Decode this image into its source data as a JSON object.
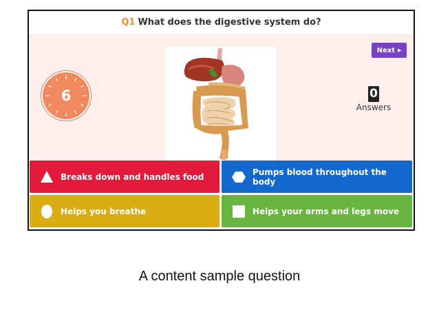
{
  "question": {
    "number": "Q1",
    "text": "What does the digestive system do?"
  },
  "timer": {
    "value": "6"
  },
  "next_button": {
    "label": "Next",
    "icon": "caret-right-icon",
    "color": "#7742c6"
  },
  "answers": {
    "count": "0",
    "label": "Answers"
  },
  "image": {
    "icon": "digestive-system-icon"
  },
  "options": [
    {
      "shape": "triangle",
      "label": "Breaks down and handles food",
      "color": "#e21b3c"
    },
    {
      "shape": "hexagon",
      "label": "Pumps blood throughout the body",
      "color": "#1368ce"
    },
    {
      "shape": "circle",
      "label": "Helps you breathe",
      "color": "#d9ae15"
    },
    {
      "shape": "square",
      "label": "Helps your arms and legs move",
      "color": "#67b53f"
    }
  ],
  "caption": "A content sample question"
}
